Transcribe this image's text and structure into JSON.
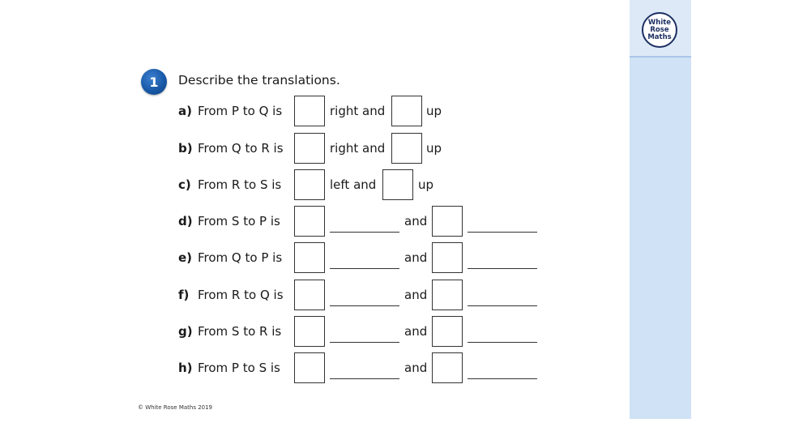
{
  "brand": {
    "logo_lines": [
      "White",
      "Rose",
      "Maths"
    ]
  },
  "question": {
    "number": "1",
    "prompt": "Describe the translations."
  },
  "rows": [
    {
      "letter": "a)",
      "desc": "From P to Q is",
      "word1": "right and",
      "word2": "up"
    },
    {
      "letter": "b)",
      "desc": "From Q to R is",
      "word1": "right and",
      "word2": "up"
    },
    {
      "letter": "c)",
      "desc": "From R to S is",
      "word1": "left and",
      "word2": "up"
    },
    {
      "letter": "d)",
      "desc": "From S to P is",
      "word1": "and"
    },
    {
      "letter": "e)",
      "desc": "From Q to P is",
      "word1": "and"
    },
    {
      "letter": "f)",
      "desc": "From R to Q is",
      "word1": "and"
    },
    {
      "letter": "g)",
      "desc": "From S to R is",
      "word1": "and"
    },
    {
      "letter": "h)",
      "desc": "From P to S is",
      "word1": "and"
    }
  ],
  "footer": "© White Rose Maths 2019",
  "colors": {
    "accent": "#1859a8",
    "side_panel": "#cfe2f6",
    "logo_navy": "#1c2f62"
  }
}
